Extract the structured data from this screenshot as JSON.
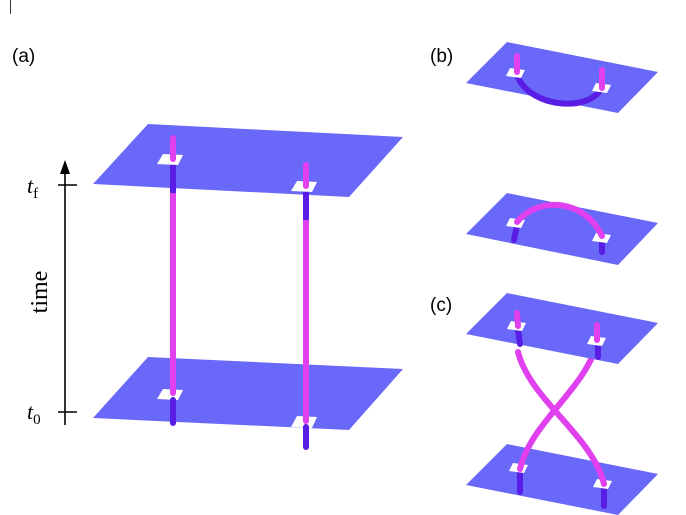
{
  "panels": {
    "a": {
      "label": "(a)"
    },
    "b": {
      "label": "(b)"
    },
    "c": {
      "label": "(c)"
    }
  },
  "time_axis": {
    "label": "time",
    "tick_top": {
      "var": "t",
      "sub": "f"
    },
    "tick_bottom": {
      "var": "t",
      "sub": "0"
    }
  },
  "colors": {
    "plane": "#6a68f8",
    "worldline_front": "#e040ee",
    "worldline_back": "#5a1de6",
    "square": "#ffffff",
    "axis": "#000000"
  }
}
